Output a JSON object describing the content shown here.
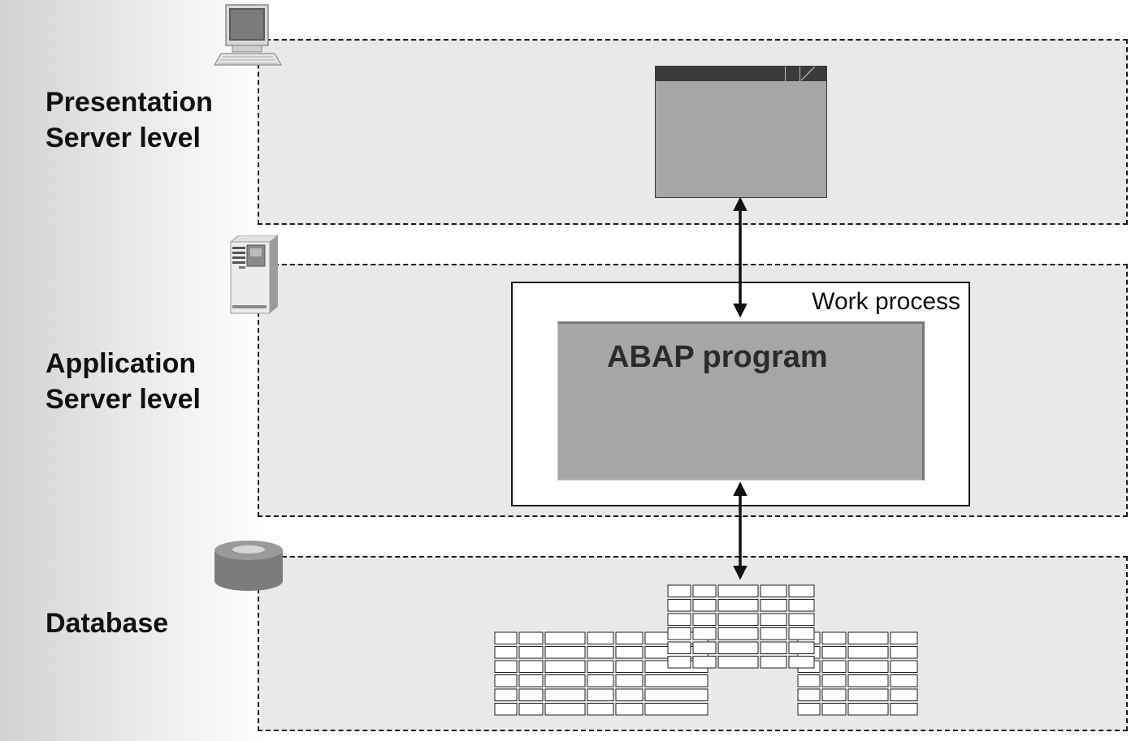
{
  "levels": {
    "presentation": {
      "line1": "Presentation",
      "line2": "Server level"
    },
    "application": {
      "line1": "Application",
      "line2": "Server level"
    },
    "database": {
      "line1": "Database"
    }
  },
  "work_process": {
    "label": "Work process"
  },
  "abap_program": {
    "label": "ABAP program"
  },
  "icons": {
    "presentation": "desktop-computer-icon",
    "application": "server-tower-icon",
    "database": "database-cylinder-icon"
  },
  "colors": {
    "band": "#e9e9e9",
    "block": "#a6a6a6",
    "titlebar": "#3b3b3b",
    "line": "#1a1a1a"
  }
}
